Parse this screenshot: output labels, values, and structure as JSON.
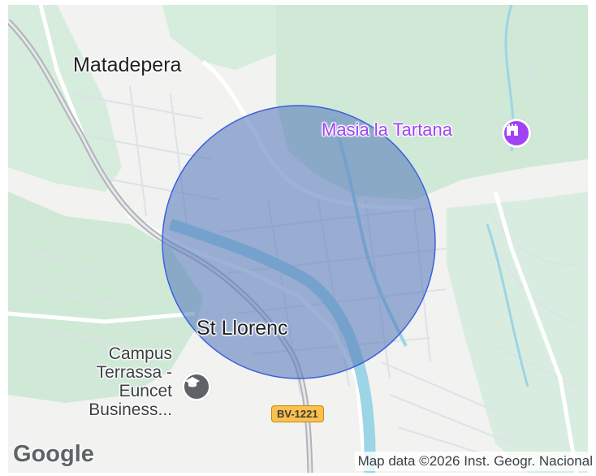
{
  "map": {
    "places": {
      "town_north": "Matadepera",
      "town_center": "St Llorenc",
      "poi_castle": "Masia la Tartana",
      "poi_campus": "Campus Terrassa - Euncet Business..."
    },
    "road_shield": "BV-1221",
    "logo": "Google",
    "attribution": "Map data ©2026 Inst. Geogr. Nacional",
    "overlay": {
      "type": "circle",
      "fill": "#5b7fbd",
      "stroke": "#3d5fe0"
    },
    "colors": {
      "land": "#f2f2f0",
      "park": "#cfe9d6",
      "river": "#9cd5e6",
      "road": "#ffffff",
      "minor_road": "#d8dde4",
      "poi_castle": "#a142f4",
      "poi_campus": "#5f6368",
      "shield": "#fbc04d"
    },
    "icons": {
      "castle": "castle-icon",
      "school": "school-icon"
    }
  }
}
